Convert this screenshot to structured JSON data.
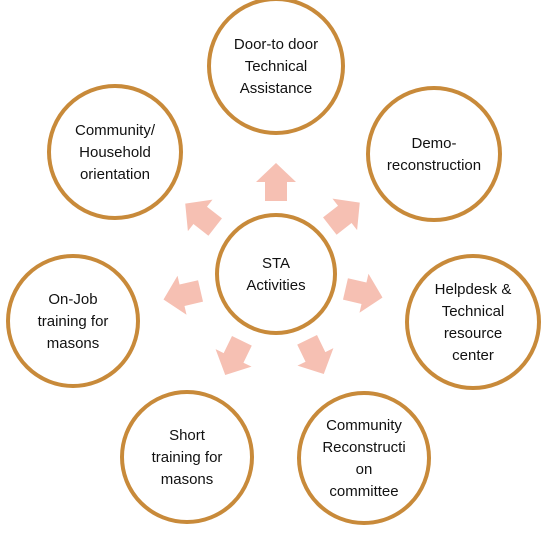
{
  "colors": {
    "circle_stroke": "#c88a3a",
    "arrow_fill": "#f6c0b3",
    "text": "#111111",
    "background": "#ffffff"
  },
  "center": {
    "lines": [
      "STA",
      "Activities"
    ]
  },
  "nodes": [
    {
      "id": "door-to-door",
      "lines": [
        "Door-to door",
        "Technical",
        "Assistance"
      ]
    },
    {
      "id": "demo-reconstruction",
      "lines": [
        "Demo-",
        "reconstruction"
      ]
    },
    {
      "id": "helpdesk",
      "lines": [
        "Helpdesk &",
        "Technical",
        "resource",
        "center"
      ]
    },
    {
      "id": "community-committee",
      "lines": [
        "Community",
        "Reconstructi",
        "on",
        "committee"
      ]
    },
    {
      "id": "short-training",
      "lines": [
        "Short",
        "training for",
        "masons"
      ]
    },
    {
      "id": "on-job-training",
      "lines": [
        "On-Job",
        "training for",
        "masons"
      ]
    },
    {
      "id": "community-orientation",
      "lines": [
        "Community/",
        "Household",
        "orientation"
      ]
    }
  ]
}
